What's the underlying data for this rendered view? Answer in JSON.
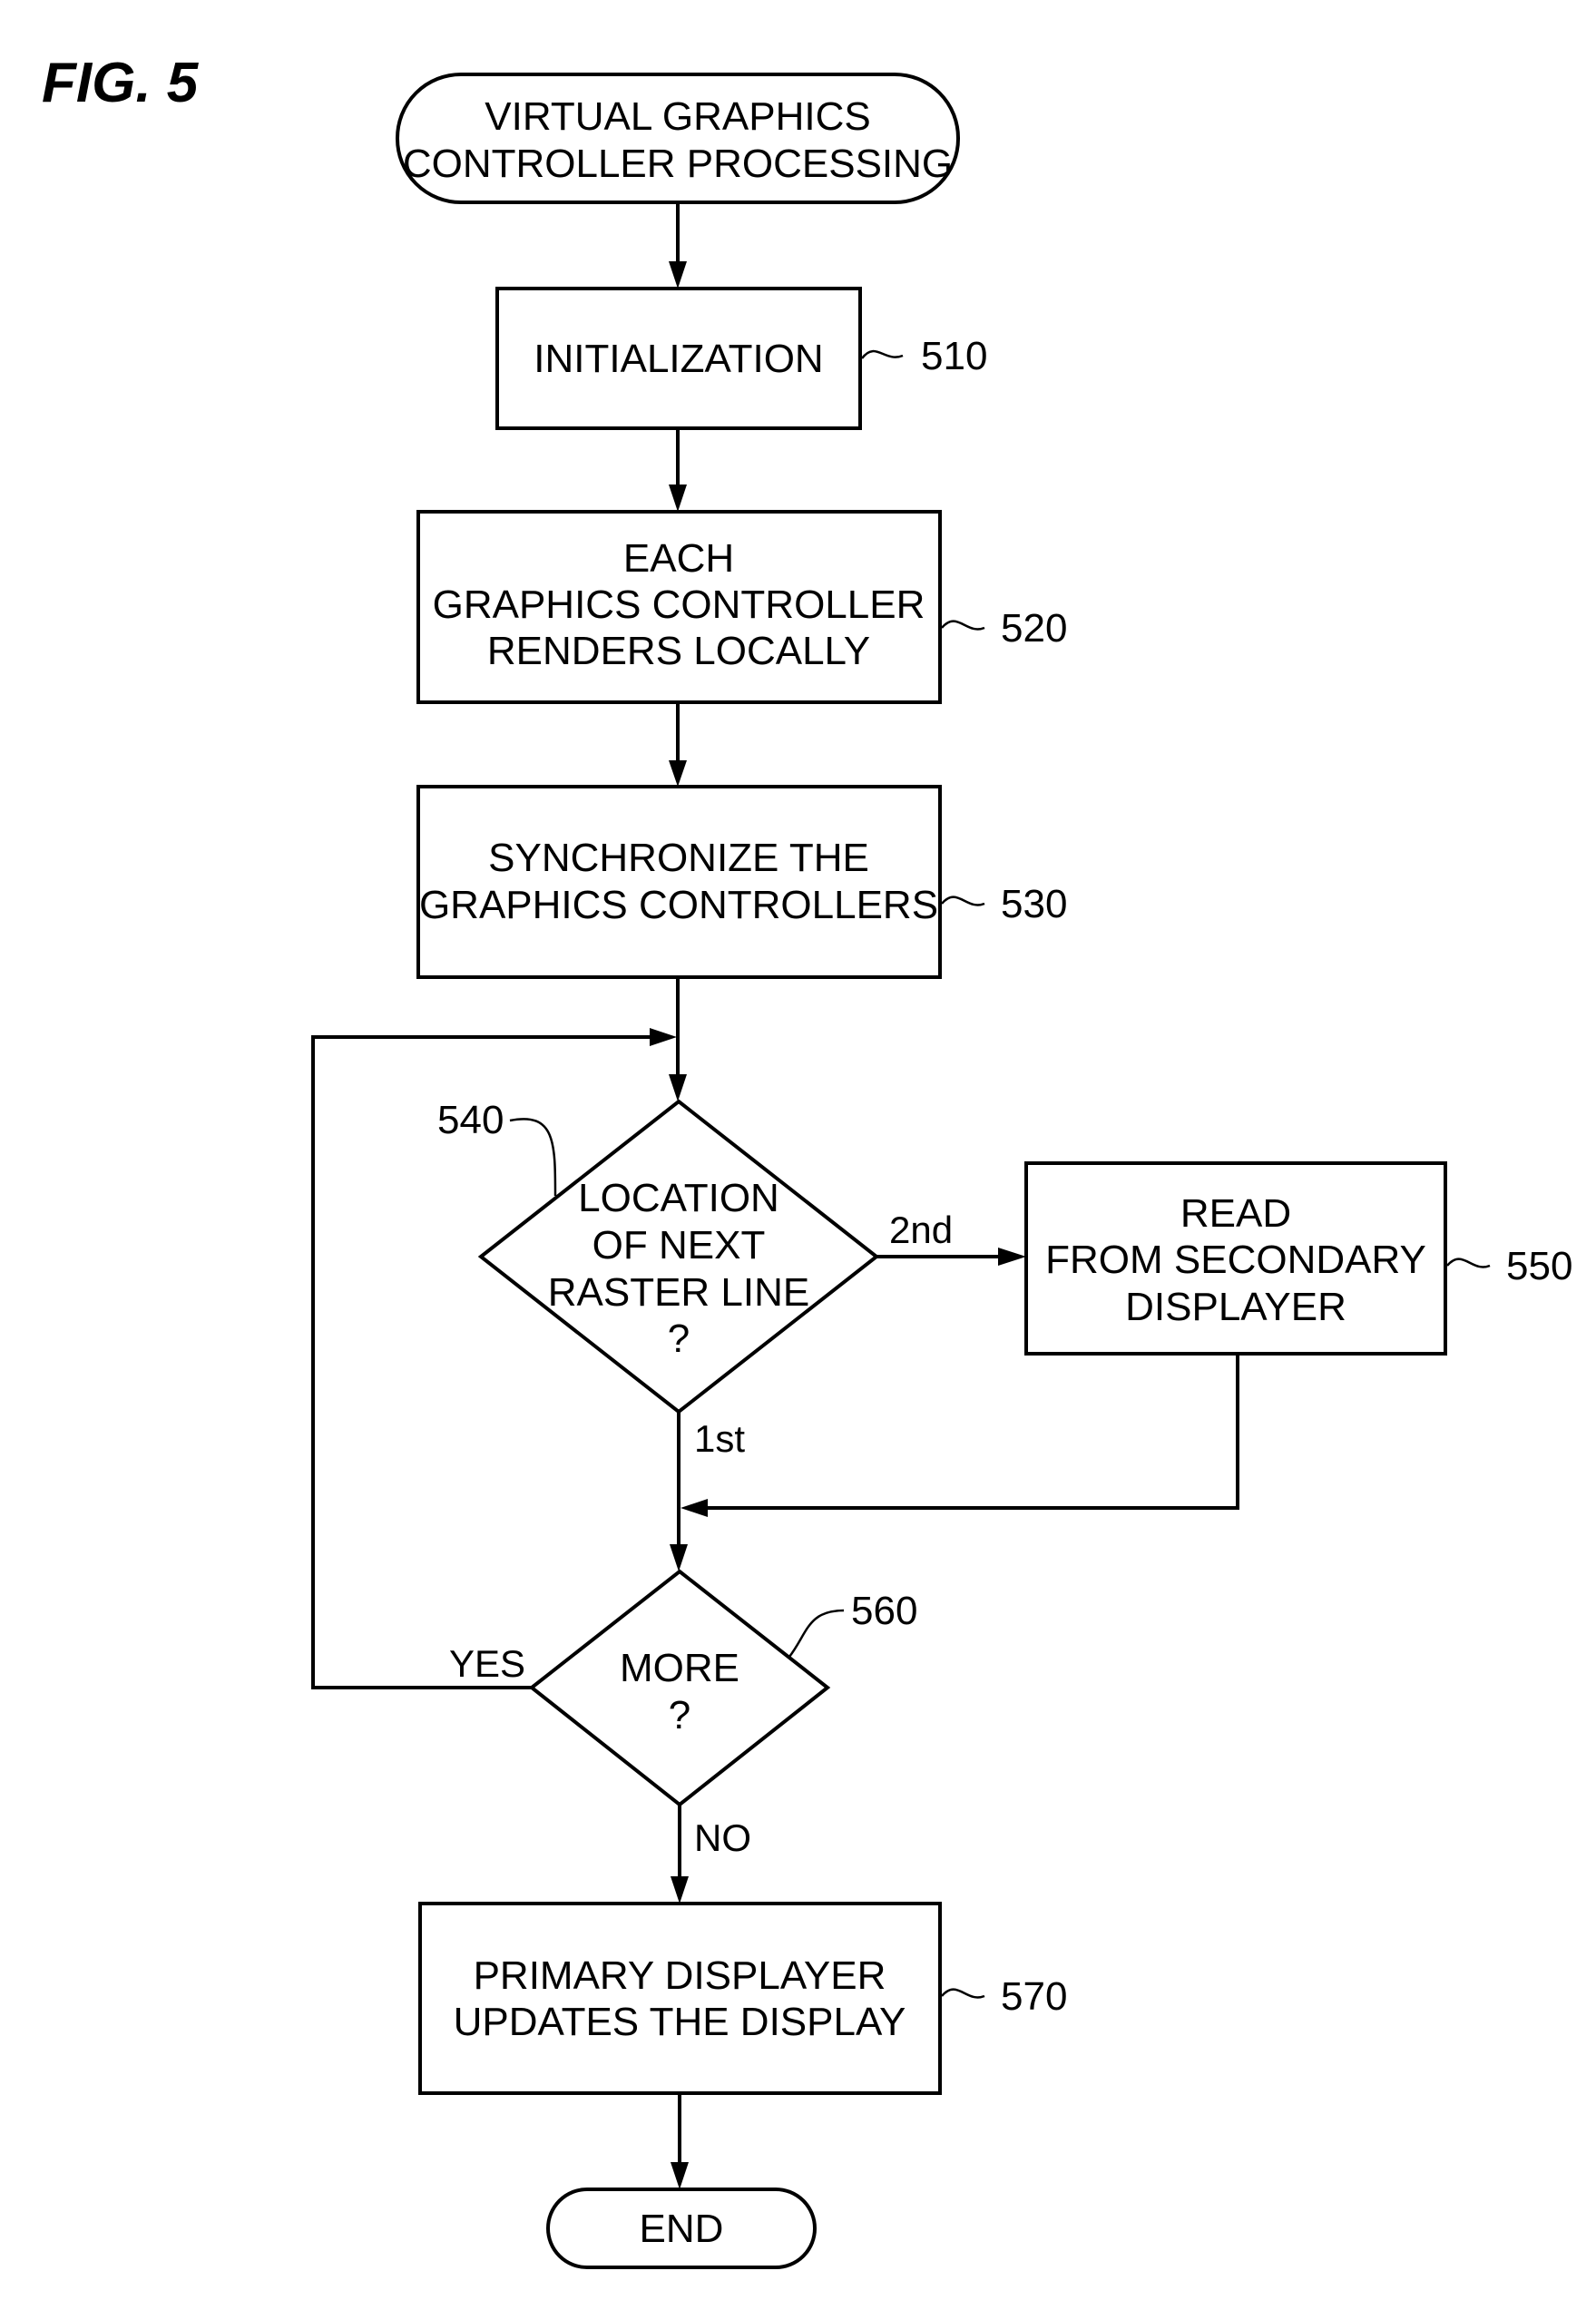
{
  "figure": {
    "title": "FIG. 5"
  },
  "nodes": {
    "start": {
      "type": "terminal",
      "lines": [
        "VIRTUAL GRAPHICS",
        "CONTROLLER PROCESSING"
      ]
    },
    "n510": {
      "type": "process",
      "ref": "510",
      "lines": [
        "INITIALIZATION"
      ]
    },
    "n520": {
      "type": "process",
      "ref": "520",
      "lines": [
        "EACH",
        "GRAPHICS CONTROLLER",
        "RENDERS LOCALLY"
      ]
    },
    "n530": {
      "type": "process",
      "ref": "530",
      "lines": [
        "SYNCHRONIZE THE",
        "GRAPHICS CONTROLLERS"
      ]
    },
    "n540": {
      "type": "decision",
      "ref": "540",
      "lines": [
        "LOCATION",
        "OF NEXT",
        "RASTER LINE",
        "?"
      ]
    },
    "n550": {
      "type": "process",
      "ref": "550",
      "lines": [
        "READ",
        "FROM SECONDARY",
        "DISPLAYER"
      ]
    },
    "n560": {
      "type": "decision",
      "ref": "560",
      "lines": [
        "MORE",
        "?"
      ]
    },
    "n570": {
      "type": "process",
      "ref": "570",
      "lines": [
        "PRIMARY DISPLAYER",
        "UPDATES THE DISPLAY"
      ]
    },
    "end": {
      "type": "terminal",
      "lines": [
        "END"
      ]
    }
  },
  "edges": [
    {
      "from": "start",
      "to": "n510",
      "label": ""
    },
    {
      "from": "n510",
      "to": "n520",
      "label": ""
    },
    {
      "from": "n520",
      "to": "n530",
      "label": ""
    },
    {
      "from": "n530",
      "to": "n540",
      "label": ""
    },
    {
      "from": "n540",
      "to": "n550",
      "label": "2nd"
    },
    {
      "from": "n540",
      "to": "n560",
      "label": "1st"
    },
    {
      "from": "n550",
      "to": "n560",
      "label": ""
    },
    {
      "from": "n560",
      "to": "n540",
      "label": "YES"
    },
    {
      "from": "n560",
      "to": "n570",
      "label": "NO"
    },
    {
      "from": "n570",
      "to": "end",
      "label": ""
    }
  ],
  "edge_labels": {
    "second": "2nd",
    "first": "1st",
    "yes": "YES",
    "no": "NO"
  }
}
